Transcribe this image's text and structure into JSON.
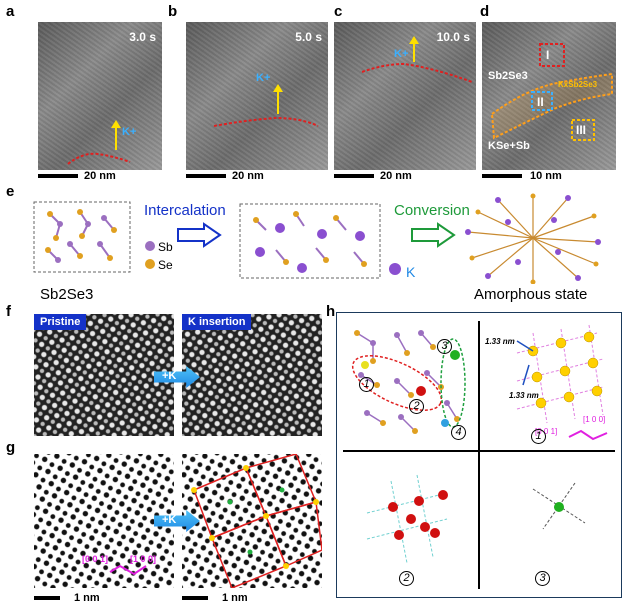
{
  "panels": {
    "a": {
      "label": "a",
      "time": "3.0 s",
      "ion": "K+",
      "scale": "20 nm"
    },
    "b": {
      "label": "b",
      "time": "5.0 s",
      "ion": "K+",
      "scale": "20 nm"
    },
    "c": {
      "label": "c",
      "time": "10.0 s",
      "ion": "K+",
      "scale": "20 nm"
    },
    "d": {
      "label": "d",
      "phase_top": "Sb2Se3",
      "phase_interface": "KxSb2Se3",
      "phase_bottom": "KSe+Sb",
      "region1": "I",
      "region2": "II",
      "region3": "III",
      "scale": "10 nm"
    },
    "e": {
      "label": "e",
      "step1": "Intercalation",
      "step2": "Conversion",
      "legend_sb": "Sb",
      "legend_se": "Se",
      "legend_k": "K",
      "start": "Sb2Se3",
      "end": "Amorphous state"
    },
    "f": {
      "label": "f",
      "left_tag": "Pristine",
      "right_tag": "K insertion",
      "arrow": "+K"
    },
    "g": {
      "label": "g",
      "arrow": "+K",
      "dir1": "[0 0 1]",
      "dir2": "[1 0 0]",
      "scale_left": "1 nm",
      "scale_right": "1 nm"
    },
    "h": {
      "label": "h",
      "d1": "1.33 nm",
      "d2": "1.33 nm",
      "dir1": "[0 0 1]",
      "dir2": "[1 0 0]",
      "n1": "1",
      "n2": "2",
      "n3": "3",
      "n4": "4"
    }
  },
  "colors": {
    "sb": "#9b6fc0",
    "se": "#e0a020",
    "k": "#8a4fd0",
    "red_line": "#e02020",
    "accent_blue": "#1432c8"
  }
}
